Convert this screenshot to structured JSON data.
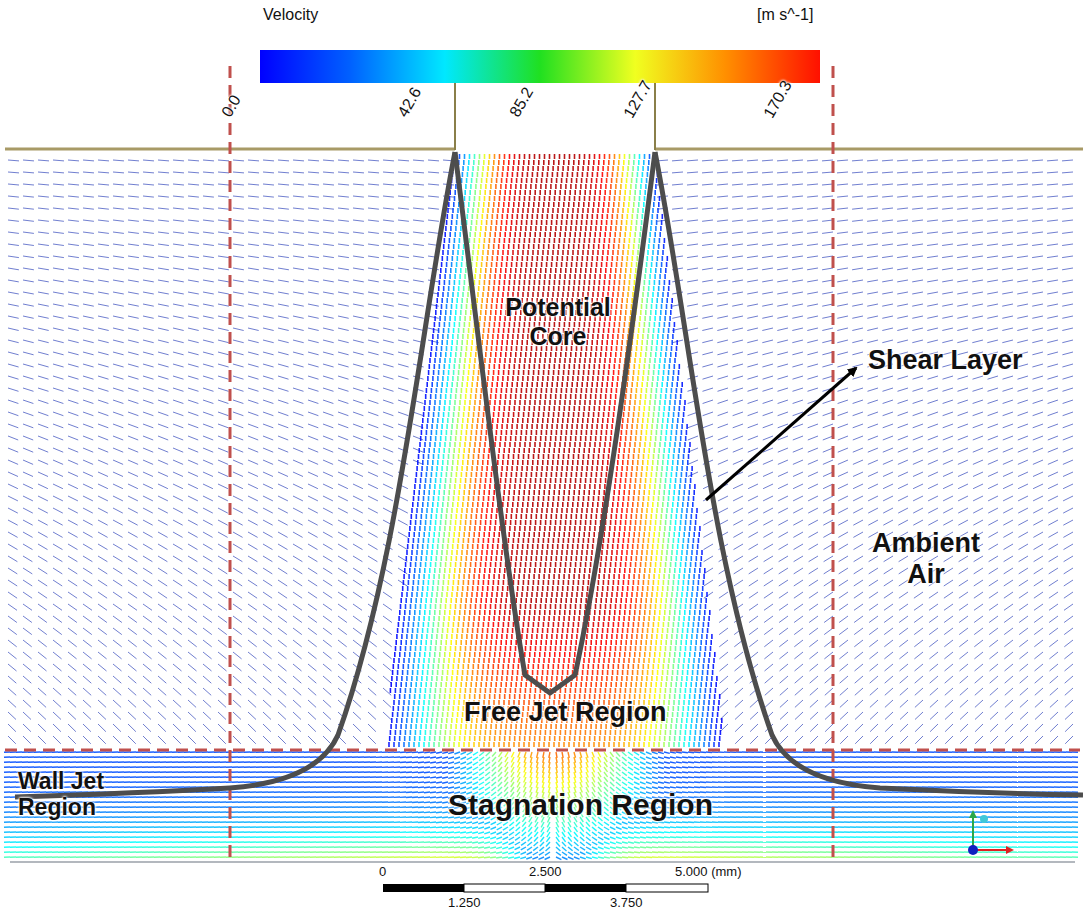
{
  "diagram": {
    "labels": [
      "Velocity",
      "[m s^-1]",
      "0.0",
      "42.6",
      "85.2",
      "127.7",
      "170.3",
      "Potential Core",
      "Shear Layer",
      "Ambient Air",
      "Free Jet Region",
      "Wall Jet Region",
      "Stagnation Region",
      "0",
      "2.500",
      "5.000 (mm)",
      "1.250",
      "3.750"
    ]
  }
}
